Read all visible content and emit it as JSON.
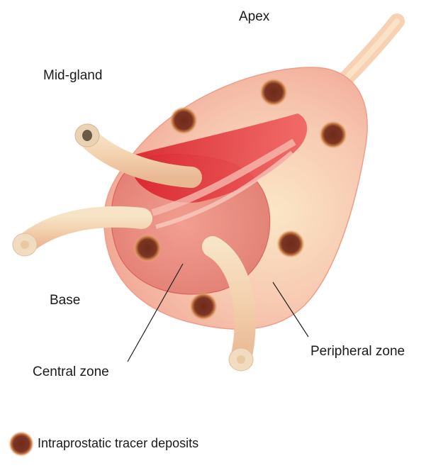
{
  "labels": {
    "apex": "Apex",
    "mid_gland": "Mid-gland",
    "base": "Base",
    "central_zone": "Central zone",
    "peripheral_zone": "Peripheral zone"
  },
  "legend": {
    "deposit_label": "Intraprostatic tracer deposits"
  },
  "colors": {
    "gland_outer": "#f4b7a6",
    "gland_highlight": "#fbe8c4",
    "central_zone": "#e8867c",
    "urethra": "#e02a2a",
    "deposit": "#7a3422",
    "deposit_glow": "#e0b070",
    "vessel": "#f2d6b4",
    "leader_line": "#222222"
  },
  "icons": {
    "deposit_marker": "tracer-deposit-icon"
  }
}
